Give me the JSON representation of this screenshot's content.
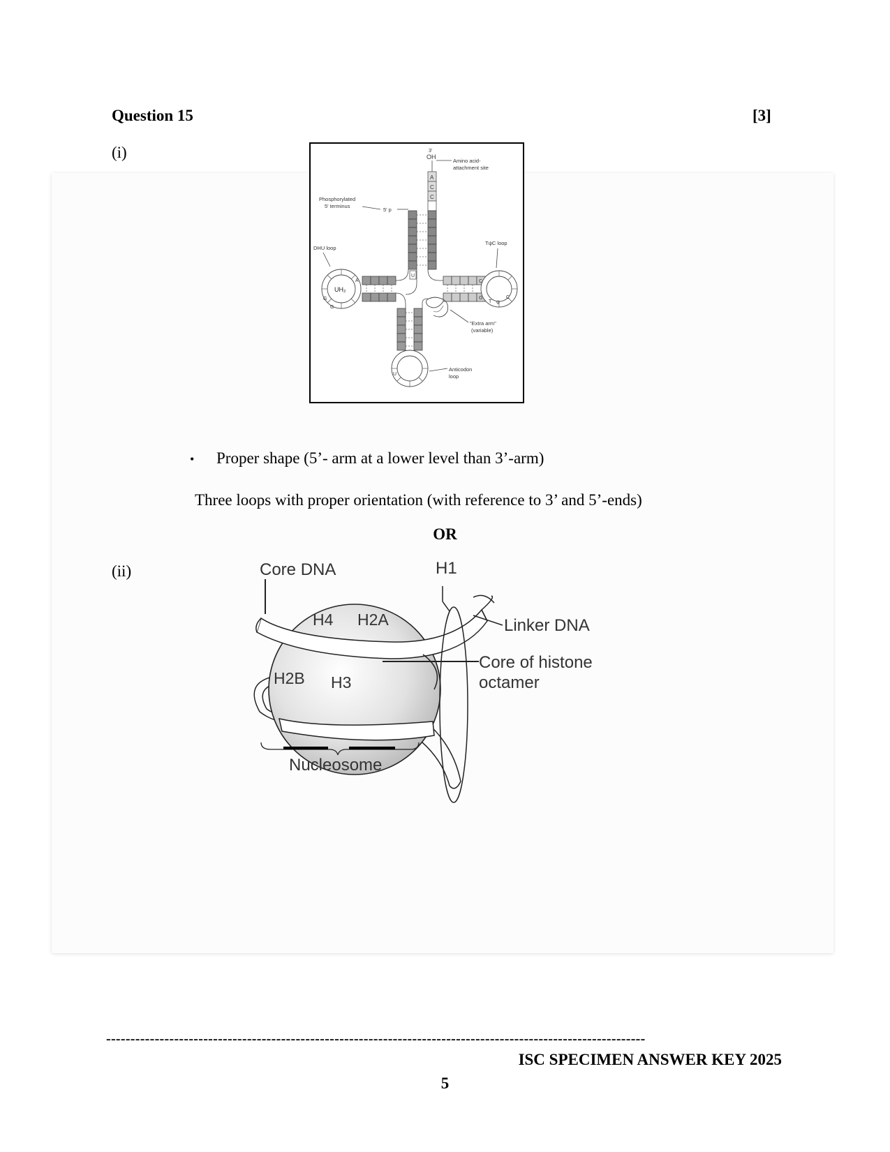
{
  "question": {
    "title": "Question 15",
    "marks": "[3]"
  },
  "part_i": {
    "label": "(i)",
    "figure": {
      "oh_label_top": "3'",
      "oh_label": "OH",
      "amino_label_1": "Amino acid-",
      "amino_label_2": "attachment site",
      "acc_letters": [
        "A",
        "C",
        "C"
      ],
      "phos_label_1": "Phosphorylated",
      "phos_label_2": "5' terminus",
      "five_p": "5' p",
      "dhu_label": "DHU loop",
      "uh2": "UH₂",
      "tpsic_label": "TψC loop",
      "extra_arm_1": "\"Extra arm\"",
      "extra_arm_2": "(variable)",
      "anticodon_1": "Anticodon",
      "anticodon_2": "loop",
      "letters": {
        "A": "A",
        "U": "U",
        "G": "G",
        "C": "C",
        "T": "T",
        "psi": "ψ"
      }
    }
  },
  "criteria": {
    "bullet": "•",
    "point_1": "Proper shape (5’- arm at a lower level than 3’-arm)",
    "point_2": "Three loops with proper orientation (with reference to 3’ and 5’-ends)"
  },
  "or_label": "OR",
  "part_ii": {
    "label": "(ii)",
    "figure": {
      "core_dna": "Core DNA",
      "h1": "H1",
      "h4": "H4",
      "h2a": "H2A",
      "h2b": "H2B",
      "h3": "H3",
      "linker_dna": "Linker DNA",
      "core_histone_1": "Core of histone",
      "core_histone_2": "octamer",
      "nucleosome": "Nucleosome"
    }
  },
  "footer": {
    "rule": "---------------------------------------------------------------------------------------------------------------",
    "title": "ISC SPECIMEN ANSWER KEY 2025",
    "page_number": "5"
  }
}
